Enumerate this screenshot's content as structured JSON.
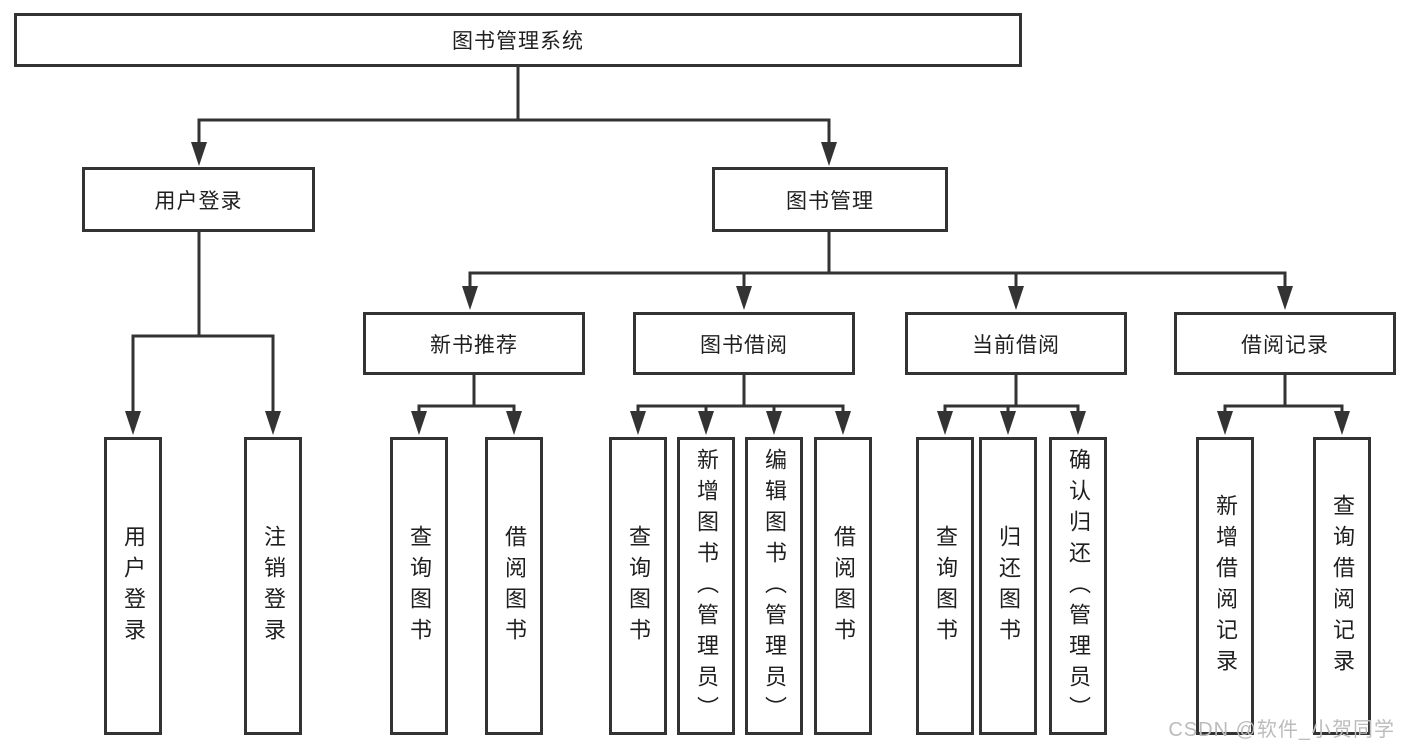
{
  "tree": {
    "label": "图书管理系统",
    "children": [
      {
        "label": "用户登录",
        "children": [
          {
            "label": "用户登录"
          },
          {
            "label": "注销登录"
          }
        ]
      },
      {
        "label": "图书管理",
        "children": [
          {
            "label": "新书推荐",
            "children": [
              {
                "label": "查询图书"
              },
              {
                "label": "借阅图书"
              }
            ]
          },
          {
            "label": "图书借阅",
            "children": [
              {
                "label": "查询图书"
              },
              {
                "label": "新增图书（管理员）"
              },
              {
                "label": "编辑图书（管理员）"
              },
              {
                "label": "借阅图书"
              }
            ]
          },
          {
            "label": "当前借阅",
            "children": [
              {
                "label": "查询图书"
              },
              {
                "label": "归还图书"
              },
              {
                "label": "确认归还（管理员）"
              }
            ]
          },
          {
            "label": "借阅记录",
            "children": [
              {
                "label": "新增借阅记录"
              },
              {
                "label": "查询借阅记录"
              }
            ]
          }
        ]
      }
    ]
  },
  "watermark": {
    "text": "CSDN @软件_小贺同学"
  },
  "colors": {
    "line": "#333333",
    "text": "#1f1f1f",
    "watermark": "#bcbcbc",
    "background": "#ffffff"
  }
}
